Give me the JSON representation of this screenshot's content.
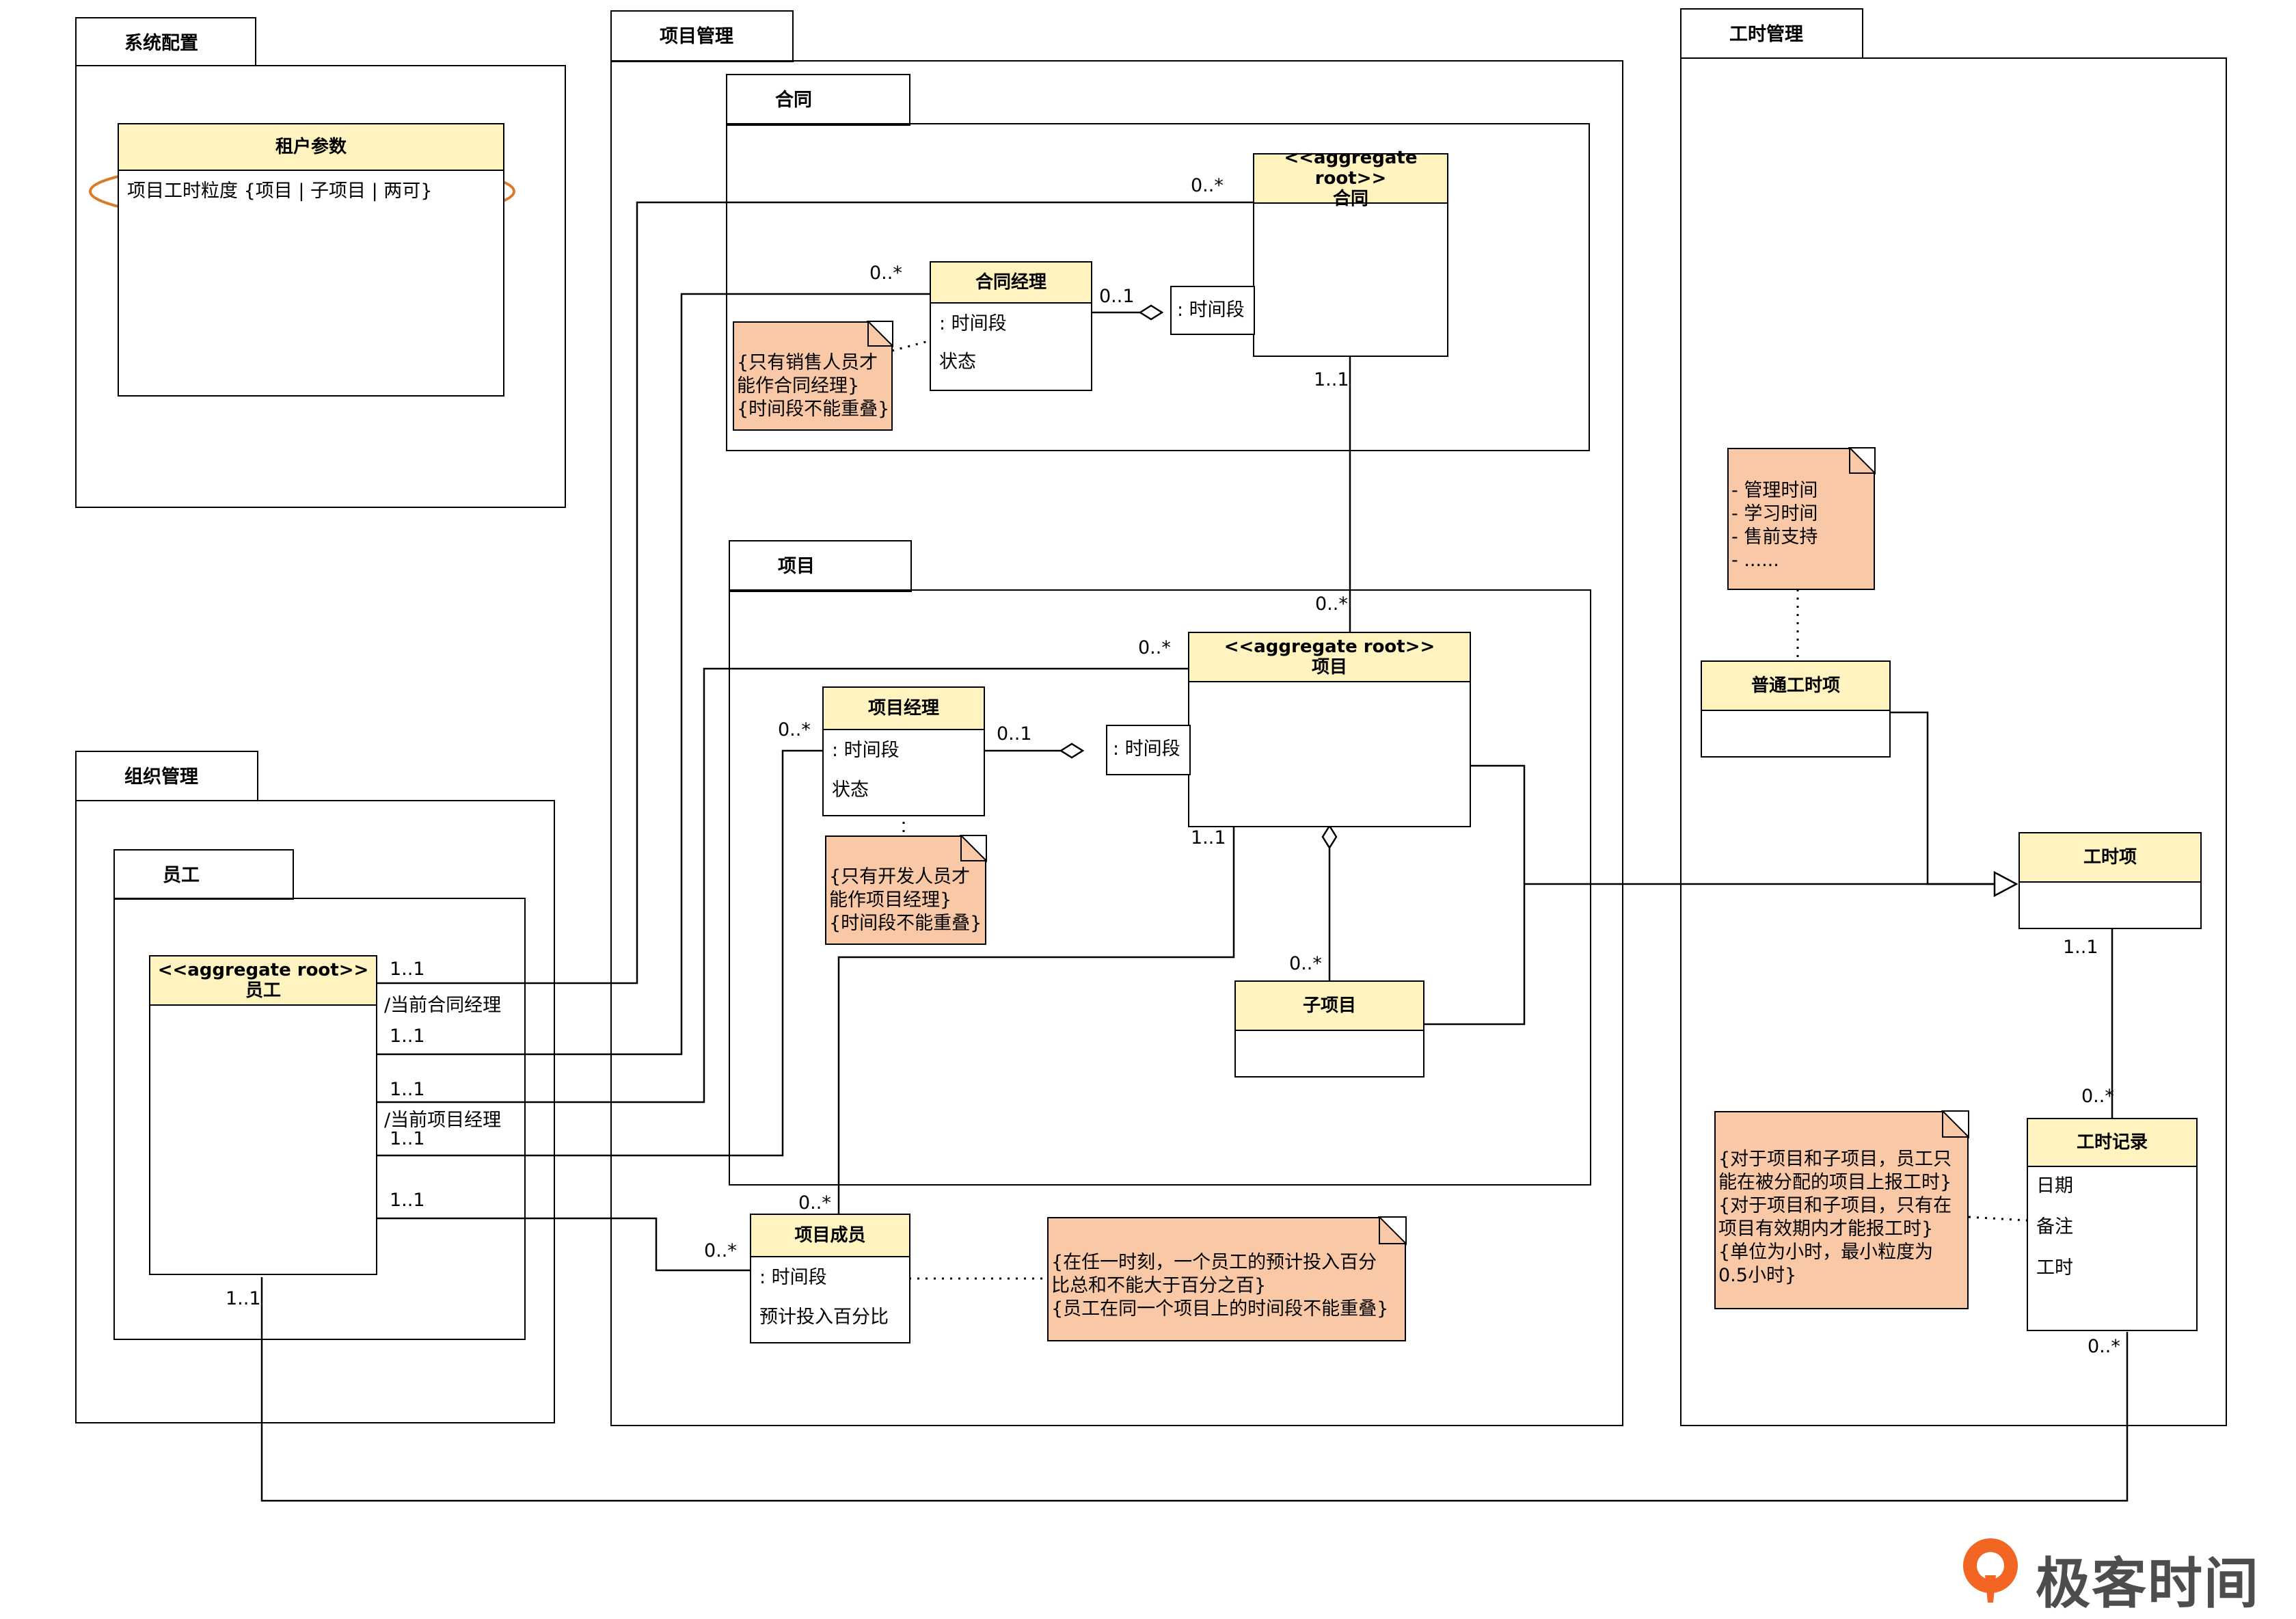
{
  "packages": {
    "system_config": "系统配置",
    "project_mgmt": "项目管理",
    "contract": "合同",
    "project": "项目",
    "org_mgmt": "组织管理",
    "employee_pkg": "员工",
    "timesheet_mgmt": "工时管理"
  },
  "classes": {
    "tenant_param": {
      "name": "租户参数",
      "attrs": [
        "项目工时粒度 {项目 | 子项目 | 两可}"
      ]
    },
    "contract": {
      "stereotype": "<<aggregate root>>",
      "name": "合同"
    },
    "contract_manager": {
      "name": "合同经理",
      "attrs": [
        ": 时间段",
        "状态"
      ]
    },
    "project": {
      "stereotype": "<<aggregate root>>",
      "name": "项目"
    },
    "project_manager": {
      "name": "项目经理",
      "attrs": [
        ": 时间段",
        "状态"
      ]
    },
    "subproject": {
      "name": "子项目"
    },
    "employee": {
      "stereotype": "<<aggregate root>>",
      "name": "员工"
    },
    "project_member": {
      "name": "项目成员",
      "attrs": [
        ": 时间段",
        "预计投入百分比"
      ]
    },
    "normal_item": {
      "name": "普通工时项"
    },
    "time_item": {
      "name": "工时项"
    },
    "time_record": {
      "name": "工时记录",
      "attrs": [
        "日期",
        "备注",
        "工时"
      ]
    }
  },
  "qualifiers": {
    "contract_period": ": 时间段",
    "project_period": ": 时间段"
  },
  "notes": {
    "contract_manager_note": [
      "{只有销售人员才",
      "能作合同经理}",
      "{时间段不能重叠}"
    ],
    "project_manager_note": [
      "{只有开发人员才",
      "能作项目经理}",
      "{时间段不能重叠}"
    ],
    "member_note": [
      "{在任一时刻，一个员工的预计投入百分",
      "比总和不能大于百分之百}",
      "{员工在同一个项目上的时间段不能重叠}"
    ],
    "normal_item_note": [
      "- 管理时间",
      "- 学习时间",
      "- 售前支持",
      "- ......"
    ],
    "time_record_note": [
      "{对于项目和子项目，员工只",
      "能在被分配的项目上报工时}",
      "{对于项目和子项目，只有在",
      "项目有效期内才能报工时}",
      "{单位为小时，最小粒度为",
      "0.5小时}"
    ]
  },
  "multiplicities": {
    "m1": "0..*",
    "m2": "0..*",
    "m3": "0..1",
    "m4": "1..1",
    "m5": "0..*",
    "m6": "0..*",
    "m7": "0..*",
    "m8": "0..1",
    "m9": "1..1",
    "m10": "0..*",
    "m11": "1..1",
    "m12": "1..1",
    "m13": "1..1",
    "m14": "1..1",
    "m15": "1..1",
    "m16": "1..1",
    "m17": "0..*",
    "m18": "0..*",
    "m19": "1..1",
    "m20": "0..*",
    "m21": "0..*"
  },
  "role_labels": {
    "current_contract_manager": "/当前合同经理",
    "current_project_manager": "/当前项目经理"
  },
  "brand": {
    "name": "极客时间",
    "logo_color": "#f26522"
  },
  "colors": {
    "class_header": "#fff4bf",
    "note_fill": "#f9c9a7",
    "highlight": "#d97a2b"
  }
}
